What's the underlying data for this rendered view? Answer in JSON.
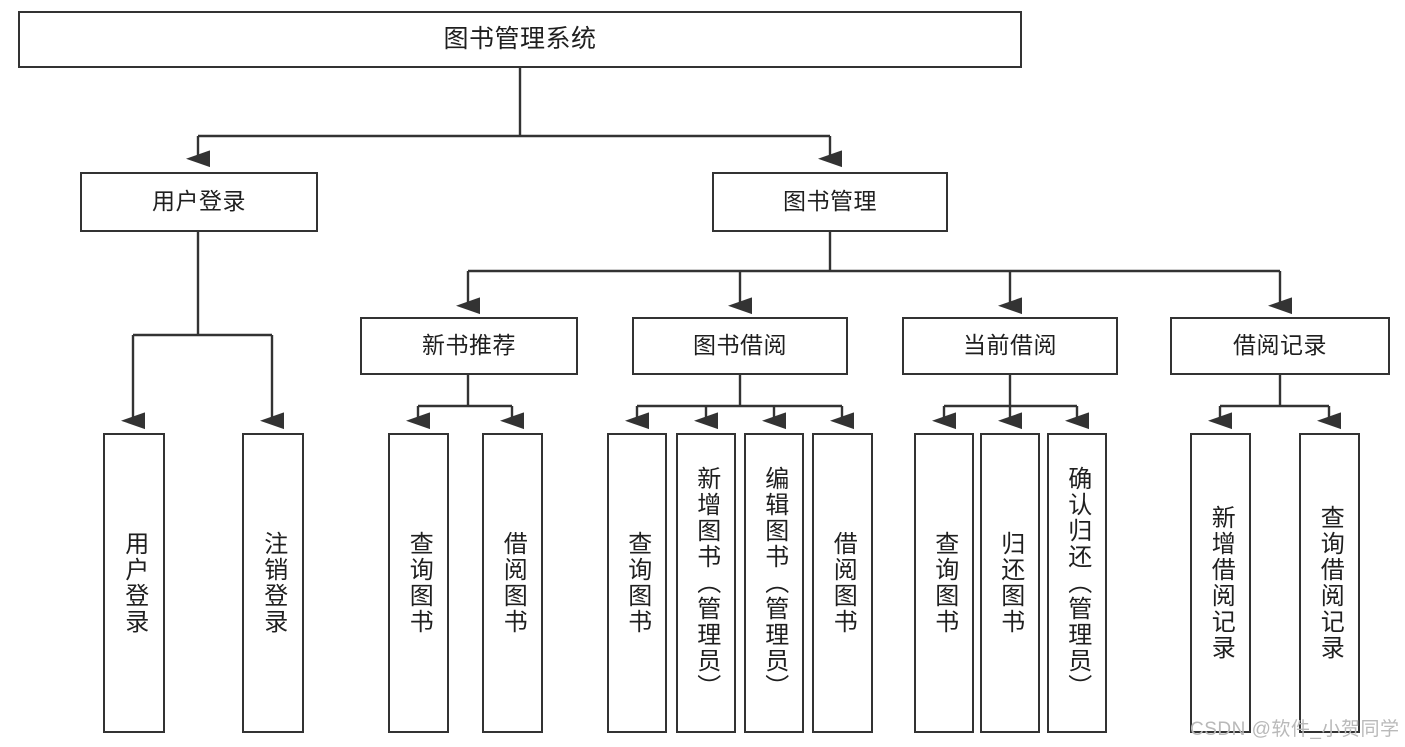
{
  "diagram": {
    "title": "图书管理系统",
    "type": "hierarchy-tree",
    "root": {
      "label": "图书管理系统"
    },
    "level2": [
      {
        "label": "用户登录"
      },
      {
        "label": "图书管理"
      }
    ],
    "level3": [
      {
        "label": "新书推荐"
      },
      {
        "label": "图书借阅"
      },
      {
        "label": "当前借阅"
      },
      {
        "label": "借阅记录"
      }
    ],
    "leaves": {
      "user_login": [
        {
          "label": "用户登录"
        },
        {
          "label": "注销登录"
        }
      ],
      "new_book_recommend": [
        {
          "label": "查询图书"
        },
        {
          "label": "借阅图书"
        }
      ],
      "book_borrow": [
        {
          "label": "查询图书"
        },
        {
          "label": "新增图书（管理员）"
        },
        {
          "label": "编辑图书（管理员）"
        },
        {
          "label": "借阅图书"
        }
      ],
      "current_borrow": [
        {
          "label": "查询图书"
        },
        {
          "label": "归还图书"
        },
        {
          "label": "确认归还（管理员）"
        }
      ],
      "borrow_record": [
        {
          "label": "新增借阅记录"
        },
        {
          "label": "查询借阅记录"
        }
      ]
    }
  },
  "watermark": {
    "text": "CSDN @软件_小贺同学"
  },
  "colors": {
    "stroke": "#333333",
    "background": "#ffffff",
    "text": "#1f1f1f",
    "watermark": "#b9b9b9"
  }
}
